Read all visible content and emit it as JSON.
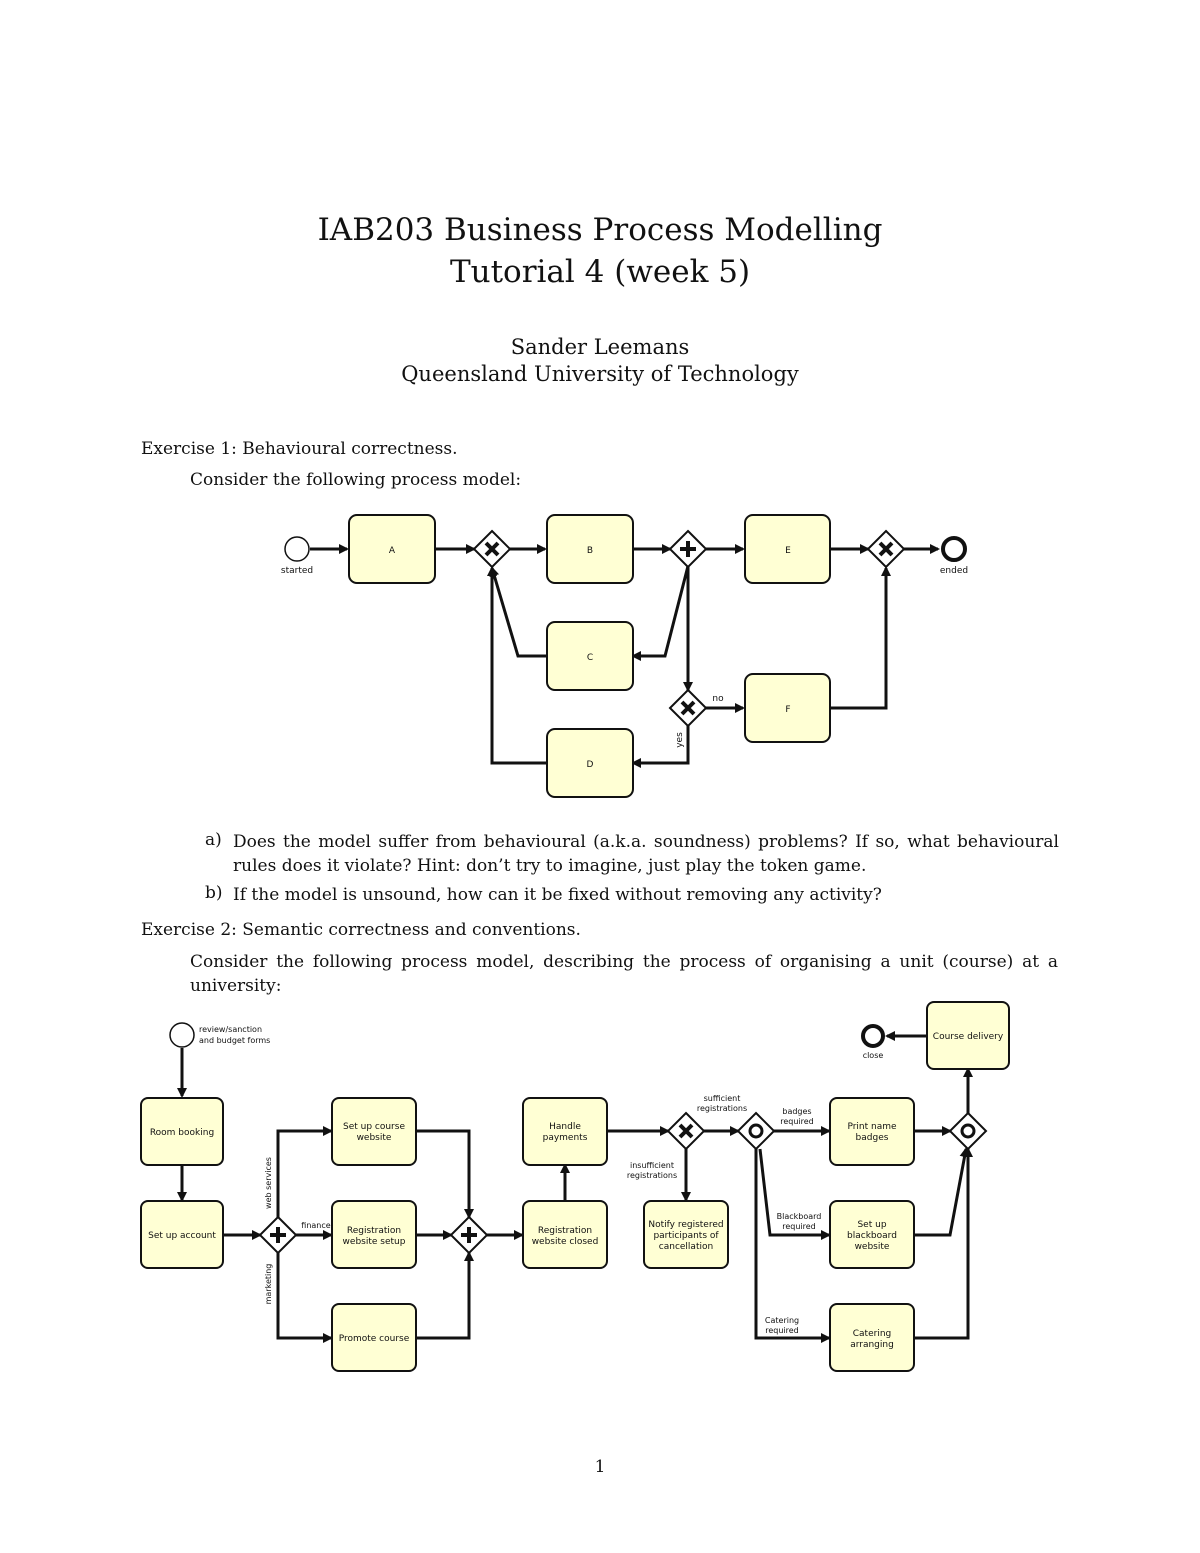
{
  "header": {
    "title_line1": "IAB203 Business Process Modelling",
    "title_line2": "Tutorial 4 (week 5)",
    "author": "Sander Leemans",
    "affiliation": "Queensland University of Technology"
  },
  "exercise1": {
    "heading": "Exercise 1: Behavioural correctness.",
    "intro": "Consider the following process model:",
    "diagram": {
      "start_label": "started",
      "end_label": "ended",
      "tasks": [
        "A",
        "B",
        "C",
        "D",
        "E",
        "F"
      ],
      "edge_no": "no",
      "edge_yes": "yes"
    },
    "questions": [
      {
        "label": "a)",
        "text": "Does the model suffer from behavioural (a.k.a. soundness) problems? If so, what behavioural rules does it violate? Hint: don’t try to imagine, just play the token game."
      },
      {
        "label": "b)",
        "text": "If the model is unsound, how can it be fixed without removing any activity?"
      }
    ]
  },
  "exercise2": {
    "heading": "Exercise 2: Semantic correctness and conventions.",
    "intro": "Consider the following process model, describing the process of organising a unit (course) at a university:",
    "diagram": {
      "start_label": [
        "review/sanction",
        "and budget forms"
      ],
      "end_label": "close",
      "tasks": {
        "room_booking": [
          "Room booking"
        ],
        "set_up_account": [
          "Set up account"
        ],
        "set_up_course_website": [
          "Set up course",
          "website"
        ],
        "registration_website_setup": [
          "Registration",
          "website setup"
        ],
        "promote_course": [
          "Promote course"
        ],
        "handle_payments": [
          "Handle",
          "payments"
        ],
        "registration_website_closed": [
          "Registration",
          "website closed"
        ],
        "notify_participants": [
          "Notify registered",
          "participants of",
          "cancellation"
        ],
        "print_name_badges": [
          "Print name",
          "badges"
        ],
        "set_up_blackboard": [
          "Set up",
          "blackboard",
          "website"
        ],
        "catering_arranging": [
          "Catering",
          "arranging"
        ],
        "course_delivery": [
          "Course delivery"
        ]
      },
      "edge_labels": {
        "web_services": "web services",
        "finance": "finance",
        "marketing": "marketing",
        "sufficient": [
          "sufficient",
          "registrations"
        ],
        "insufficient": [
          "insufficient",
          "registrations"
        ],
        "badges": [
          "badges",
          "required"
        ],
        "blackboard": [
          "Blackboard",
          "required"
        ],
        "catering": [
          "Catering",
          "required"
        ]
      }
    }
  },
  "page_number": "1"
}
